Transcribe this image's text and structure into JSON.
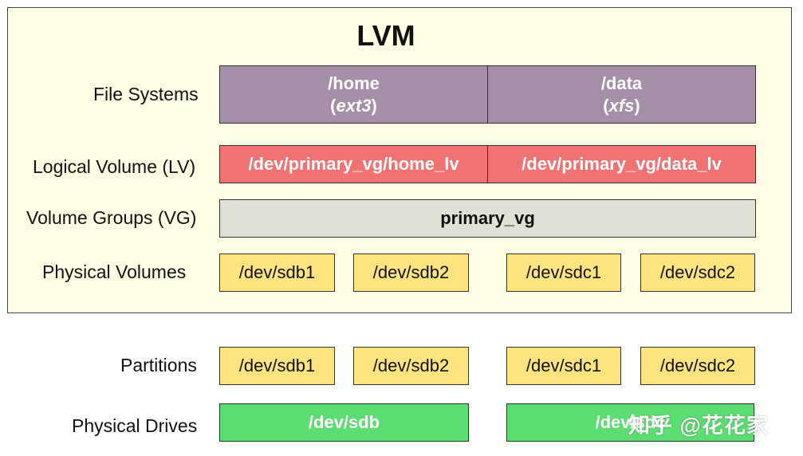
{
  "title": "LVM",
  "rows": {
    "file_systems": "File Systems",
    "logical_volume": "Logical Volume (LV)",
    "volume_groups": "Volume Groups (VG)",
    "physical_volumes": "Physical Volumes",
    "partitions": "Partitions",
    "physical_drives": "Physical Drives"
  },
  "file_systems": [
    {
      "mount": "/home",
      "type": "ext3"
    },
    {
      "mount": "/data",
      "type": "xfs"
    }
  ],
  "logical_volumes": [
    "/dev/primary_vg/home_lv",
    "/dev/primary_vg/data_lv"
  ],
  "volume_group": "primary_vg",
  "physical_volumes": [
    "/dev/sdb1",
    "/dev/sdb2",
    "/dev/sdc1",
    "/dev/sdc2"
  ],
  "partitions": [
    "/dev/sdb1",
    "/dev/sdb2",
    "/dev/sdc1",
    "/dev/sdc2"
  ],
  "drives": [
    "/dev/sdb",
    "/dev/sdc"
  ],
  "watermark": "知乎 @花花家",
  "colors": {
    "frame_bg": "#fffee4",
    "file_system": "#a58ea8",
    "logical_volume": "#f07272",
    "volume_group": "#e0e0d6",
    "physical_volume": "#fee47e",
    "drive": "#5cdd72"
  }
}
